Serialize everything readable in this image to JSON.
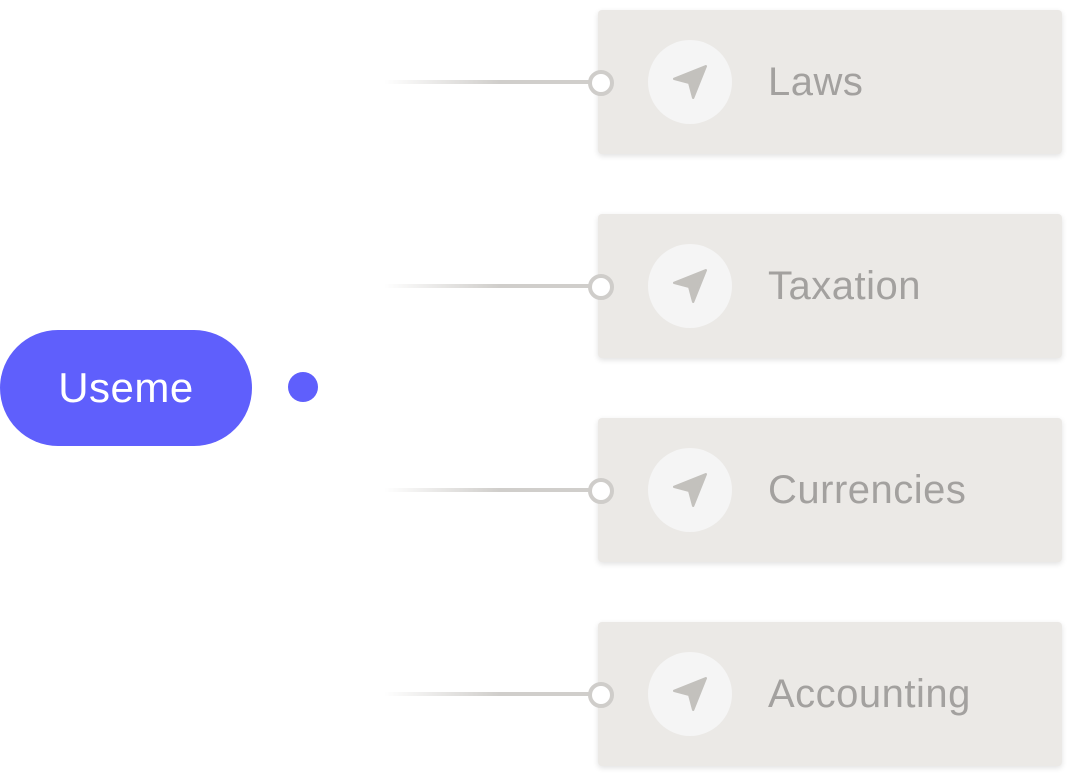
{
  "root": {
    "label": "Useme"
  },
  "branches": [
    {
      "label": "Laws",
      "icon": "navigation-arrow-icon"
    },
    {
      "label": "Taxation",
      "icon": "navigation-arrow-icon"
    },
    {
      "label": "Currencies",
      "icon": "navigation-arrow-icon"
    },
    {
      "label": "Accounting",
      "icon": "navigation-arrow-icon"
    }
  ],
  "colors": {
    "accent": "#5f5ffc",
    "card_background": "#ebe9e6",
    "card_text": "#a3a19f",
    "connector": "#d0cecb",
    "icon_background": "#f5f5f5",
    "icon_fill": "#c3c1bd"
  }
}
